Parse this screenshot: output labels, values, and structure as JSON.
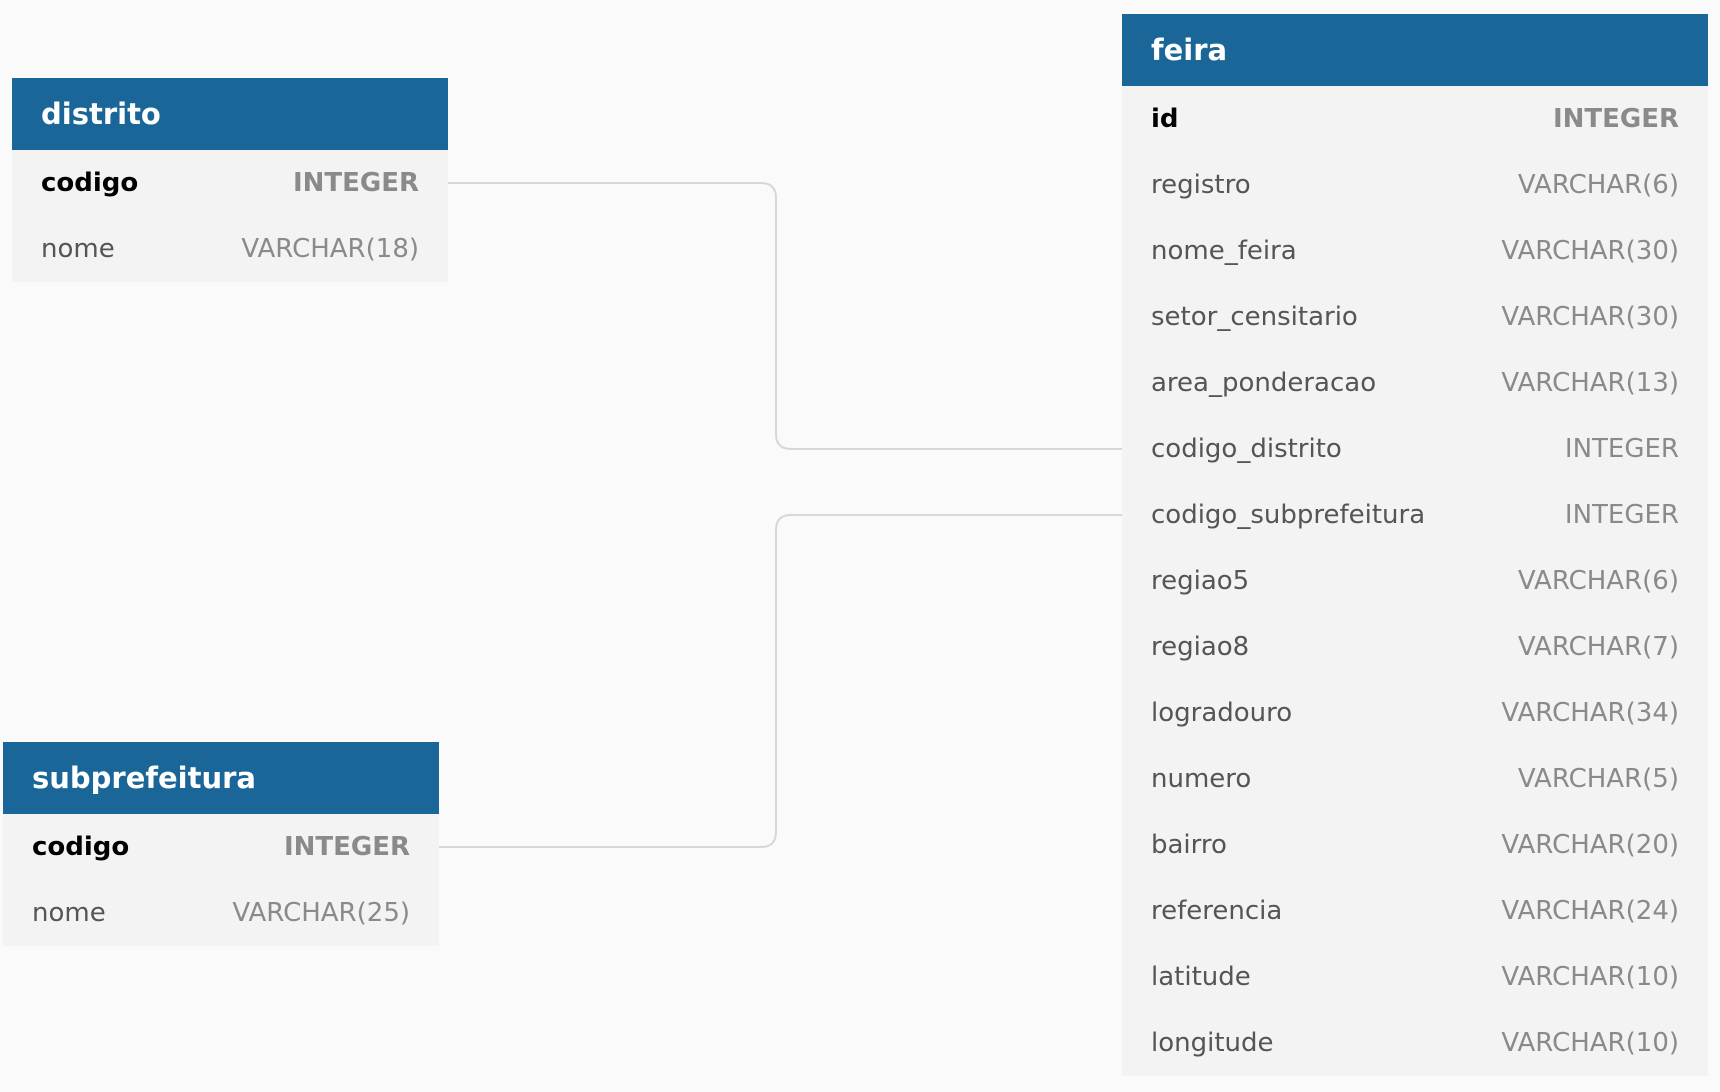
{
  "tables": {
    "distrito": {
      "title": "distrito",
      "columns": [
        {
          "name": "codigo",
          "type": "INTEGER",
          "pk": true
        },
        {
          "name": "nome",
          "type": "VARCHAR(18)",
          "pk": false
        }
      ]
    },
    "subprefeitura": {
      "title": "subprefeitura",
      "columns": [
        {
          "name": "codigo",
          "type": "INTEGER",
          "pk": true
        },
        {
          "name": "nome",
          "type": "VARCHAR(25)",
          "pk": false
        }
      ]
    },
    "feira": {
      "title": "feira",
      "columns": [
        {
          "name": "id",
          "type": "INTEGER",
          "pk": true
        },
        {
          "name": "registro",
          "type": "VARCHAR(6)",
          "pk": false
        },
        {
          "name": "nome_feira",
          "type": "VARCHAR(30)",
          "pk": false
        },
        {
          "name": "setor_censitario",
          "type": "VARCHAR(30)",
          "pk": false
        },
        {
          "name": "area_ponderacao",
          "type": "VARCHAR(13)",
          "pk": false
        },
        {
          "name": "codigo_distrito",
          "type": "INTEGER",
          "pk": false
        },
        {
          "name": "codigo_subprefeitura",
          "type": "INTEGER",
          "pk": false
        },
        {
          "name": "regiao5",
          "type": "VARCHAR(6)",
          "pk": false
        },
        {
          "name": "regiao8",
          "type": "VARCHAR(7)",
          "pk": false
        },
        {
          "name": "logradouro",
          "type": "VARCHAR(34)",
          "pk": false
        },
        {
          "name": "numero",
          "type": "VARCHAR(5)",
          "pk": false
        },
        {
          "name": "bairro",
          "type": "VARCHAR(20)",
          "pk": false
        },
        {
          "name": "referencia",
          "type": "VARCHAR(24)",
          "pk": false
        },
        {
          "name": "latitude",
          "type": "VARCHAR(10)",
          "pk": false
        },
        {
          "name": "longitude",
          "type": "VARCHAR(10)",
          "pk": false
        }
      ]
    }
  },
  "relationships": [
    {
      "from": "distrito.codigo",
      "to": "feira.codigo_distrito"
    },
    {
      "from": "subprefeitura.codigo",
      "to": "feira.codigo_subprefeitura"
    }
  ],
  "colors": {
    "header_bg": "#1a6699",
    "header_text": "#ffffff",
    "table_bg": "#f3f3f3",
    "canvas_bg": "#fafafa",
    "connector": "#d7d7d7"
  }
}
